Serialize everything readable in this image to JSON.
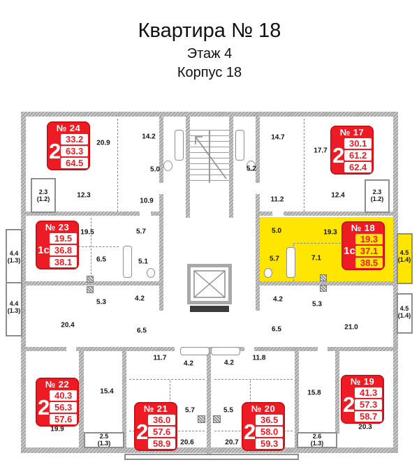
{
  "title": {
    "line1": "Квартира № 18",
    "line2": "Этаж 4",
    "line3": "Корпус 18"
  },
  "colors": {
    "highlight_yellow": "#ffe500",
    "apartment_box_red": "#ed1c24",
    "wall_gray": "#a8a8a8"
  },
  "apartments": [
    {
      "number": "№ 24",
      "type": "2",
      "areas": [
        "33.2",
        "63.3",
        "64.5"
      ],
      "highlighted": false
    },
    {
      "number": "№ 17",
      "type": "2",
      "areas": [
        "30.1",
        "61.2",
        "62.4"
      ],
      "highlighted": false
    },
    {
      "number": "№ 23",
      "type": "1с",
      "areas": [
        "19.5",
        "36.8",
        "38.1"
      ],
      "highlighted": false
    },
    {
      "number": "№ 18",
      "type": "1с",
      "areas": [
        "19.3",
        "37.1",
        "38.5"
      ],
      "highlighted": true
    },
    {
      "number": "№ 22",
      "type": "2",
      "areas": [
        "40.3",
        "56.3",
        "57.6"
      ],
      "highlighted": false
    },
    {
      "number": "№ 21",
      "type": "2",
      "areas": [
        "36.0",
        "57.6",
        "58.9"
      ],
      "highlighted": false
    },
    {
      "number": "№ 20",
      "type": "2",
      "areas": [
        "36.5",
        "58.0",
        "59.3"
      ],
      "highlighted": false
    },
    {
      "number": "№ 19",
      "type": "2",
      "areas": [
        "41.3",
        "57.3",
        "58.7"
      ],
      "highlighted": false
    }
  ],
  "rooms": [
    {
      "value": "20.9"
    },
    {
      "value": "14.2"
    },
    {
      "value": "5.0"
    },
    {
      "value": "12.3"
    },
    {
      "value": "10.9"
    },
    {
      "value": "2.3",
      "sub": "(1.2)"
    },
    {
      "value": "14.7"
    },
    {
      "value": "17.7"
    },
    {
      "value": "5.2"
    },
    {
      "value": "11.2"
    },
    {
      "value": "12.4"
    },
    {
      "value": "2.3",
      "sub": "(1.2)"
    },
    {
      "value": "19.5"
    },
    {
      "value": "5.7"
    },
    {
      "value": "6.5"
    },
    {
      "value": "5.1"
    },
    {
      "value": "5.3"
    },
    {
      "value": "4.2"
    },
    {
      "value": "20.4"
    },
    {
      "value": "6.5"
    },
    {
      "value": "5.0"
    },
    {
      "value": "19.3"
    },
    {
      "value": "5.7"
    },
    {
      "value": "7.1"
    },
    {
      "value": "4.2"
    },
    {
      "value": "5.3"
    },
    {
      "value": "6.5"
    },
    {
      "value": "21.0"
    },
    {
      "value": "4.4",
      "sub": "(1.3)"
    },
    {
      "value": "4.4",
      "sub": "(1.3)"
    },
    {
      "value": "4.5",
      "sub": "(1.4)"
    },
    {
      "value": "4.5",
      "sub": "(1.4)"
    },
    {
      "value": "19.9"
    },
    {
      "value": "15.4"
    },
    {
      "value": "2.5",
      "sub": "(1.3)"
    },
    {
      "value": "11.7"
    },
    {
      "value": "11.8"
    },
    {
      "value": "4.2"
    },
    {
      "value": "4.2"
    },
    {
      "value": "5.7"
    },
    {
      "value": "5.5"
    },
    {
      "value": "20.6"
    },
    {
      "value": "20.7"
    },
    {
      "value": "15.8"
    },
    {
      "value": "20.3"
    },
    {
      "value": "2.6",
      "sub": "(1.3)"
    }
  ]
}
